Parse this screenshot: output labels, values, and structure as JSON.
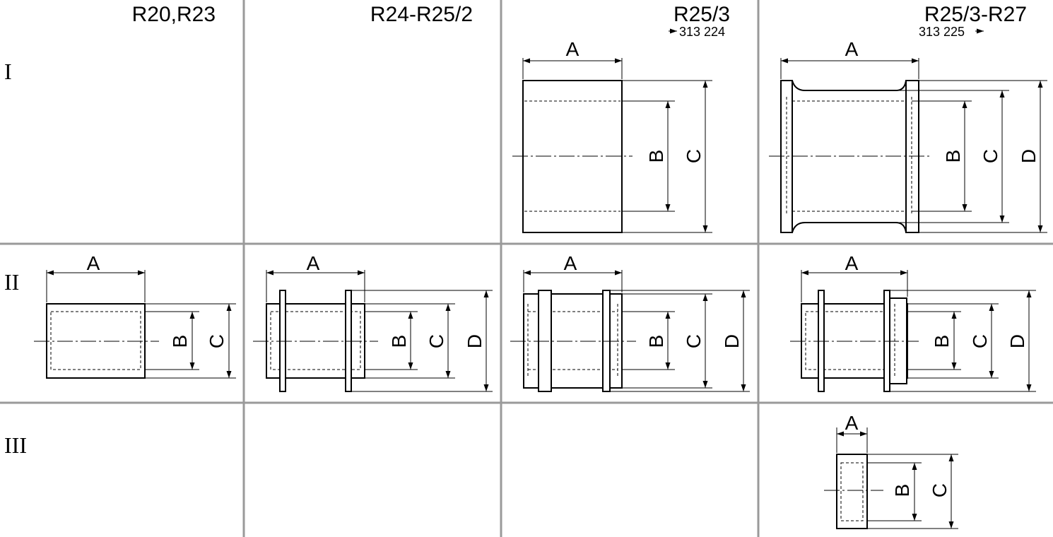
{
  "columns": [
    {
      "title": "R20,R23",
      "subtitle": ""
    },
    {
      "title": "R24-R25/2",
      "subtitle": ""
    },
    {
      "title": "R25/3",
      "subtitle": "313 224"
    },
    {
      "title": "R25/3-R27",
      "subtitle": "313 225"
    }
  ],
  "rows": [
    "I",
    "II",
    "III"
  ],
  "dimension_labels": {
    "a": "A",
    "b": "B",
    "c": "C",
    "d": "D"
  }
}
